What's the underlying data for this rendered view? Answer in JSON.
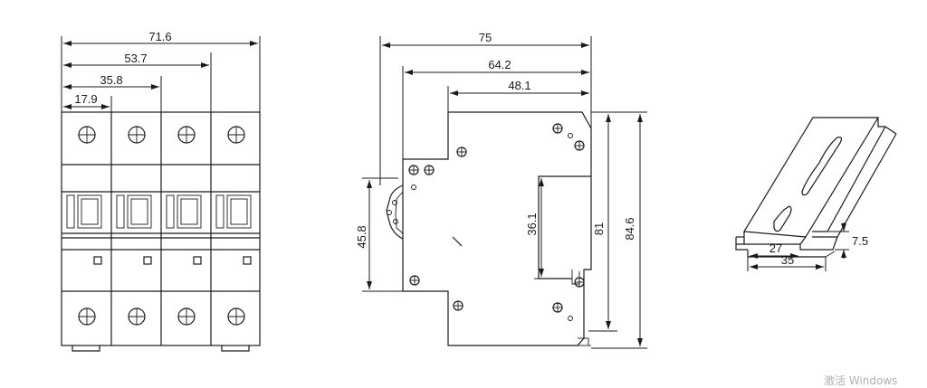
{
  "front_view": {
    "dims": {
      "total_width": "71.6",
      "three_pole": "53.7",
      "two_pole": "35.8",
      "one_pole": "17.9"
    }
  },
  "side_view": {
    "dims": {
      "depth": "75",
      "depth_mid": "64.2",
      "depth_front": "48.1",
      "clip_height": "45.8",
      "window_height": "36.1",
      "body_height": "81",
      "total_height": "84.6"
    }
  },
  "din_rail": {
    "dims": {
      "inner_width": "27",
      "outer_width": "35",
      "rail_height": "7.5"
    }
  },
  "watermark": "激活 Windows"
}
